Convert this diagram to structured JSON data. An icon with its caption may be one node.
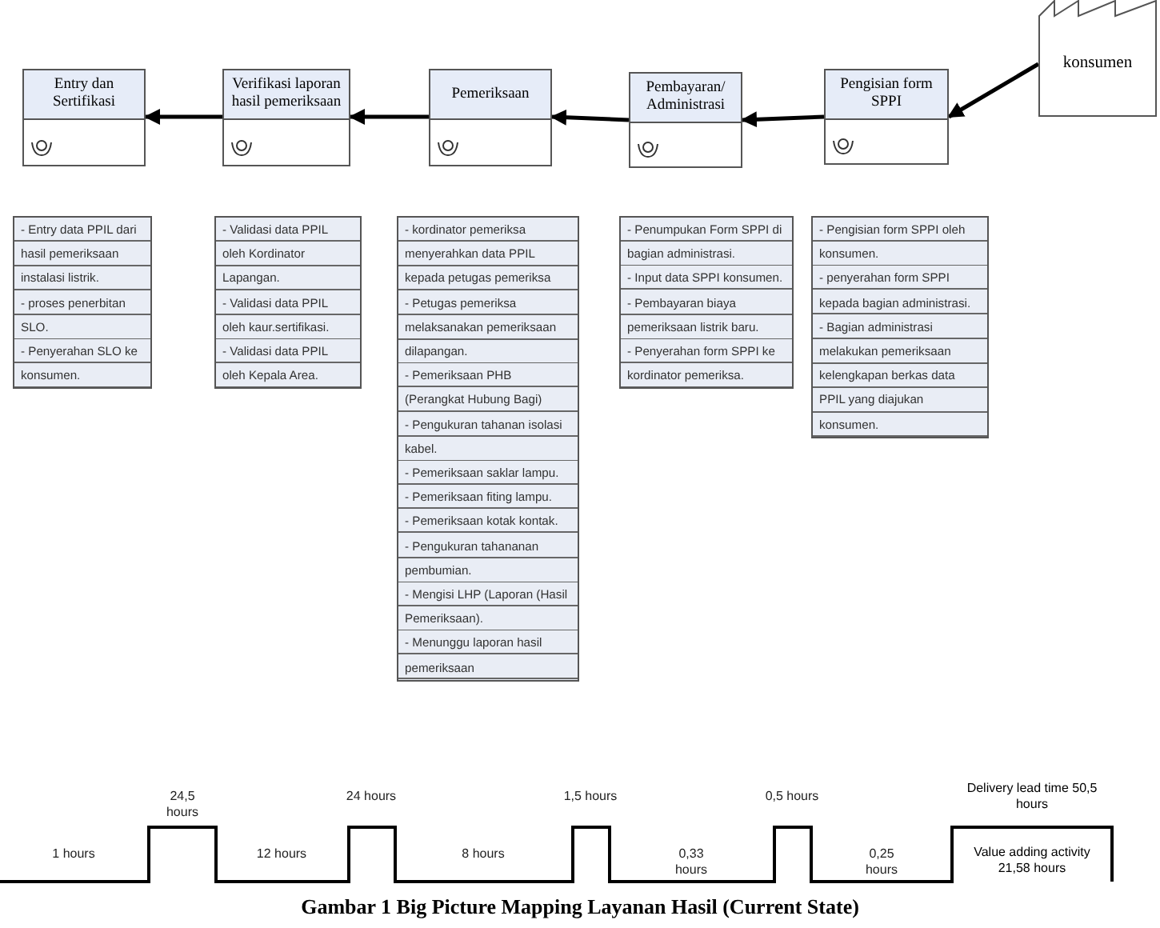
{
  "diagram": {
    "caption": "Gambar 1 Big Picture Mapping Layanan Hasil (Current State)",
    "nodes": [
      {
        "text": [
          "Entry dan Sertifikasi"
        ]
      },
      {
        "text": [
          "Verifikasi laporan hasil pemeriksaan"
        ]
      },
      {
        "text": [
          "Pemeriksaan"
        ]
      },
      {
        "text": [
          "Pembayaran/ Administrasi"
        ]
      },
      {
        "text": [
          "Pengisian form SPPI"
        ]
      },
      {
        "text": [
          "konsumen"
        ]
      },
      {
        "text": [
          "- Entry data PPIL dari hasil pemeriksaan instalasi listrik.",
          "- proses penerbitan SLO.",
          "- Penyerahan SLO ke konsumen."
        ]
      },
      {
        "text": [
          "- Validasi data PPIL oleh Kordinator Lapangan.",
          "- Validasi data PPIL oleh kaur.sertifikasi.",
          "- Validasi data PPIL oleh Kepala Area."
        ]
      },
      {
        "text": [
          "- kordinator pemeriksa menyerahkan data PPIL kepada petugas pemeriksa",
          "- Petugas pemeriksa melaksanakan pemeriksaan dilapangan.",
          "- Pemeriksaan PHB (Perangkat Hubung Bagi)",
          "- Pengukuran tahanan isolasi kabel.",
          "- Pemeriksaan saklar lampu.",
          "- Pemeriksaan fiting lampu.",
          "- Pemeriksaan kotak kontak.",
          "- Pengukuran tahananan pembumian.",
          "- Mengisi LHP (Laporan (Hasil Pemeriksaan).",
          "- Menunggu laporan hasil pemeriksaan"
        ]
      },
      {
        "text": [
          "- Penumpukan Form SPPI di bagian administrasi.",
          "- Input data SPPI konsumen.",
          "- Pembayaran biaya pemeriksaan listrik baru.",
          "- Penyerahan form SPPI ke kordinator pemeriksa."
        ]
      },
      {
        "text": [
          "- Pengisian form SPPI oleh konsumen.",
          "- penyerahan form SPPI kepada bagian administrasi.",
          "- Bagian administrasi melakukan pemeriksaan kelengkapan berkas data PPIL yang diajukan konsumen."
        ]
      },
      {
        "text": [
          "Delivery lead time 50,5 hours",
          "Value adding activity 21,58 hours"
        ]
      }
    ],
    "edges": [
      {
        "from": 5,
        "to": 4,
        "arrow": "to"
      },
      {
        "from": 4,
        "to": 3,
        "arrow": "to"
      },
      {
        "from": 3,
        "to": 2,
        "arrow": "to"
      },
      {
        "from": 2,
        "to": 1,
        "arrow": "to"
      },
      {
        "from": 1,
        "to": 0,
        "arrow": "to"
      }
    ],
    "labels": [
      "24,5 hours",
      "24 hours",
      "1,5 hours",
      "0,5 hours",
      "1 hours",
      "12 hours",
      "8 hours",
      "0,33 hours",
      "0,25 hours"
    ]
  }
}
